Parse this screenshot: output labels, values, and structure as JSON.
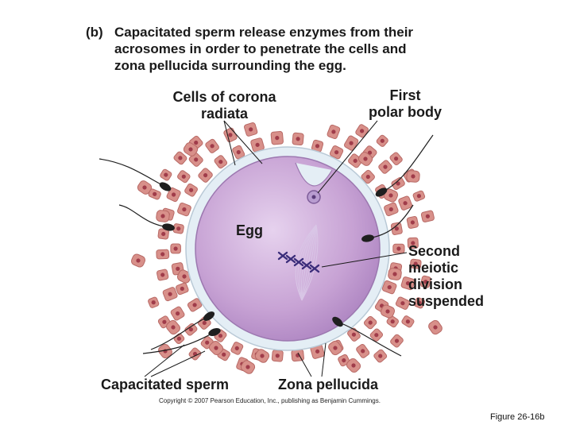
{
  "caption": {
    "tag": "(b)",
    "lines": [
      "Capacitated sperm release enzymes from their",
      "acrosomes in order to penetrate the cells and",
      "zona pellucida surrounding the egg."
    ]
  },
  "labels": {
    "corona": [
      "Cells of corona",
      "radiata"
    ],
    "polar": [
      "First",
      "polar body"
    ],
    "egg": "Egg",
    "meiotic": [
      "Second",
      "meiotic",
      "division",
      "suspended"
    ],
    "sperm": "Capacitated sperm",
    "zona": "Zona pellucida"
  },
  "copyright": "Copyright © 2007 Pearson Education, Inc., publishing as Benjamin Cummings.",
  "figure_ref": "Figure 26-16b",
  "colors": {
    "cell_fill": "#d8908a",
    "cell_edge": "#b86a66",
    "nucleus": "#a03c4a",
    "egg": "#c7a2d4",
    "egg_edge": "#9c78b0",
    "zona": "#e4eef5",
    "sperm": "#1f1f1f",
    "chromosome": "#3a2c7a"
  }
}
